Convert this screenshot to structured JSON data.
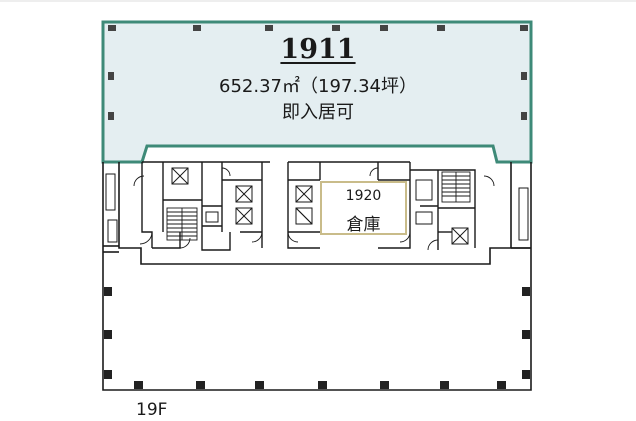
{
  "unit": {
    "number": "1911",
    "area": "652.37㎡（197.34坪）",
    "status": "即入居可"
  },
  "storage": {
    "number": "1920",
    "label": "倉庫"
  },
  "floor": {
    "label": "19F"
  },
  "colors": {
    "highlight_fill": "#e4eef1",
    "highlight_border": "#3e8a78",
    "storage_border": "#c9bc8a",
    "wall": "#1a1a1a"
  },
  "icons": [
    "elevator-icon",
    "stairs-icon"
  ]
}
